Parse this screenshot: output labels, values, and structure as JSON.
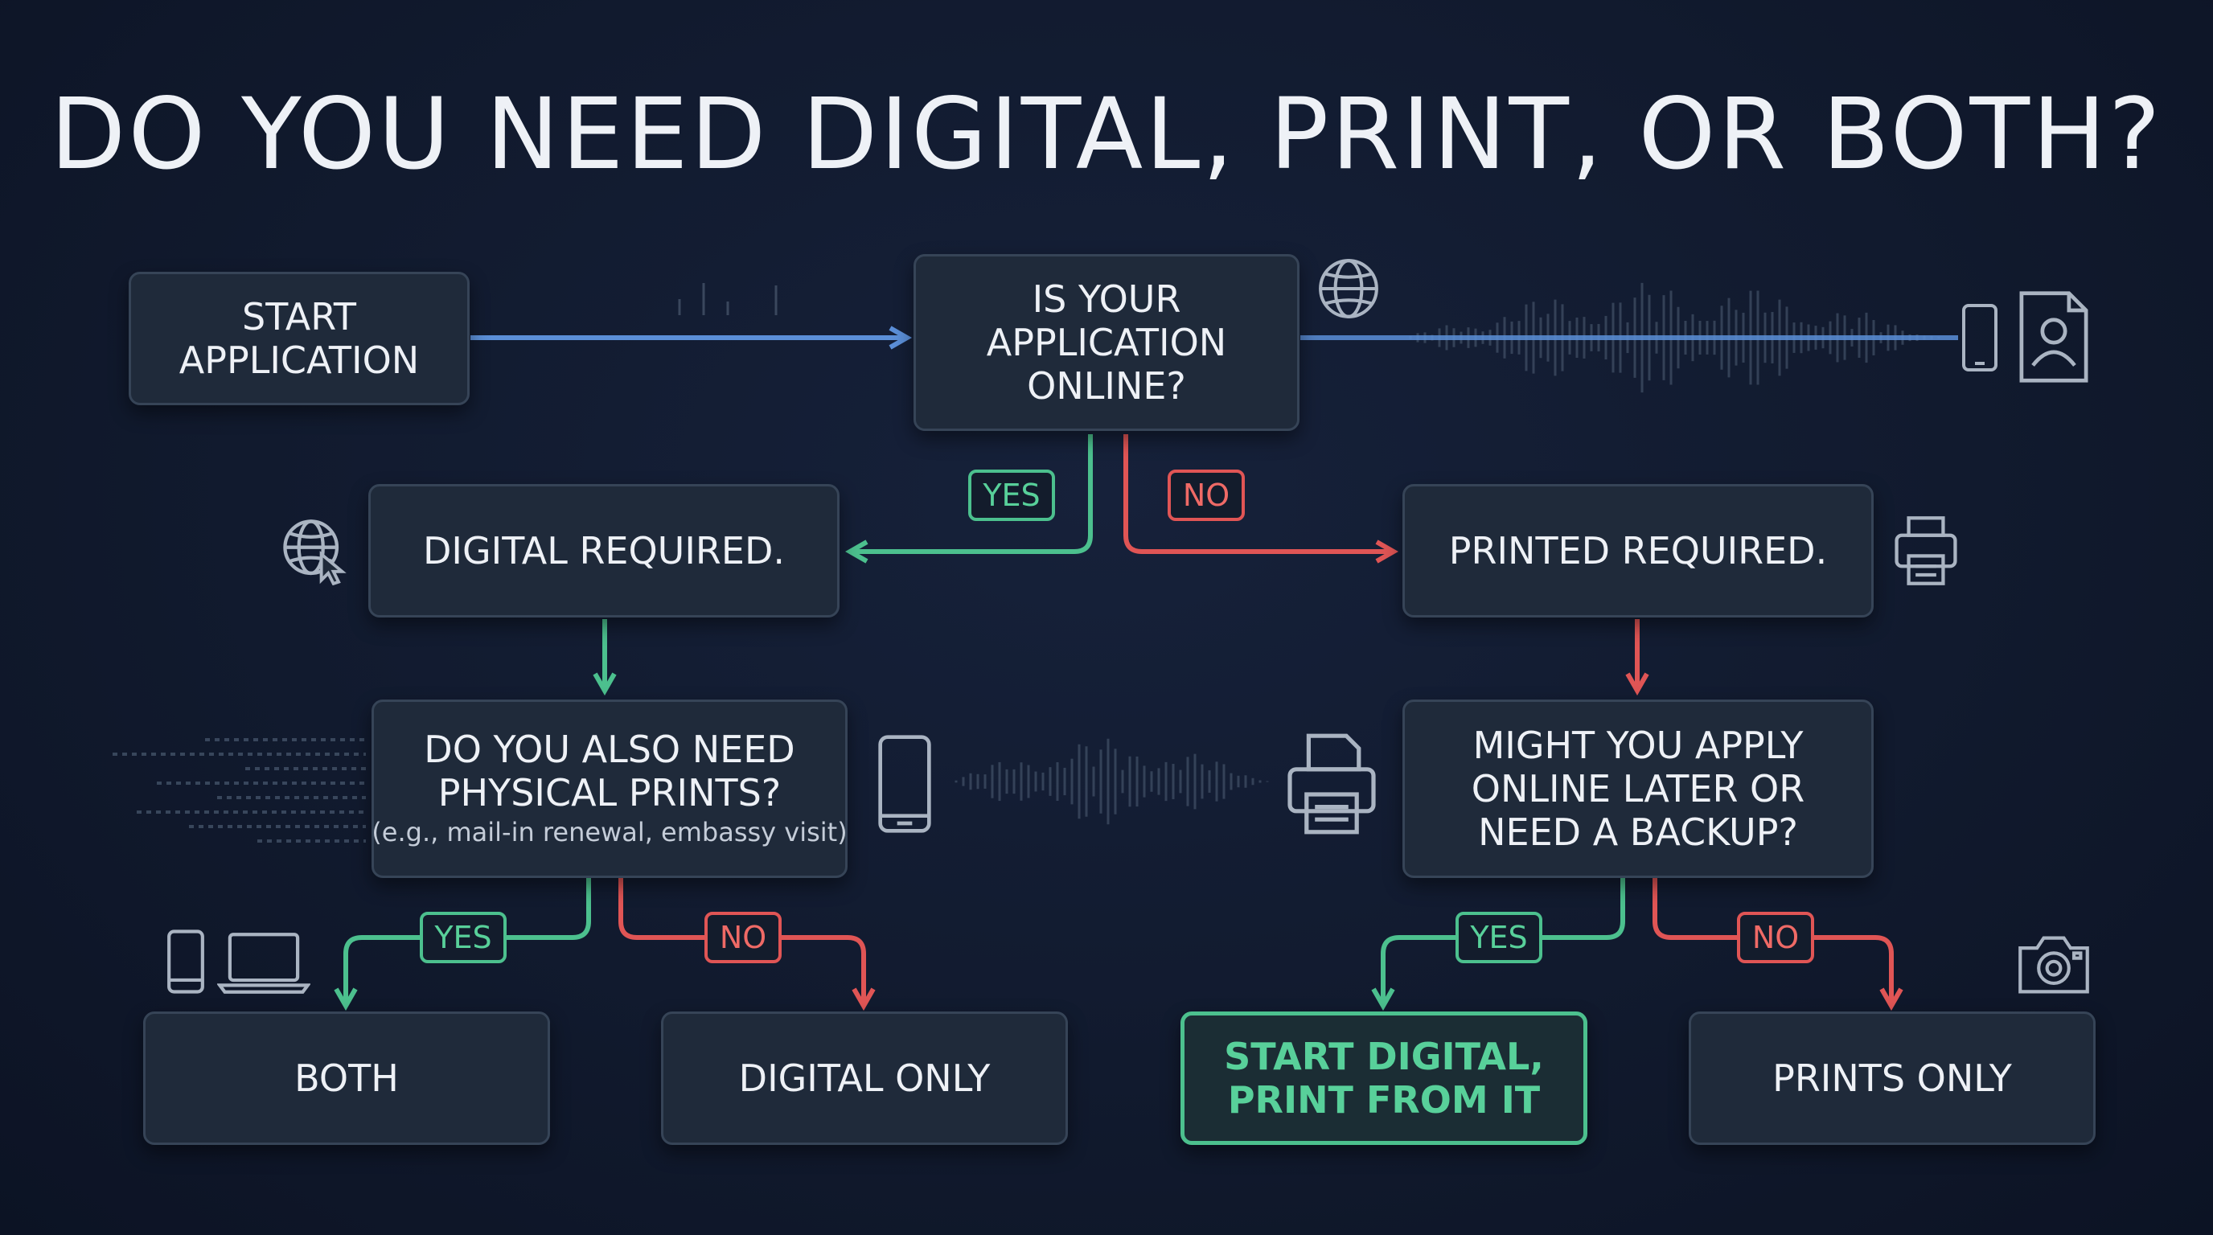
{
  "title": "DO YOU NEED DIGITAL, PRINT, OR BOTH?",
  "colors": {
    "background": "#111a2e",
    "box": "#1f2a3a",
    "box_border": "#364457",
    "yes": "#4cc08e",
    "no": "#e05555",
    "start": "#5b8fd8",
    "text": "#eef1f6"
  },
  "nodes": {
    "start": [
      "START",
      "APPLICATION"
    ],
    "online_q": [
      "IS YOUR",
      "APPLICATION",
      "ONLINE?"
    ],
    "digital_required": [
      "DIGITAL REQUIRED."
    ],
    "printed_required": [
      "PRINTED REQUIRED."
    ],
    "prints_q": [
      "DO YOU ALSO NEED",
      "PHYSICAL PRINTS?"
    ],
    "prints_q_note": "(e.g., mail-in renewal, embassy visit)",
    "backup_q": [
      "MIGHT YOU APPLY",
      "ONLINE LATER OR",
      "NEED A BACKUP?"
    ],
    "both": [
      "BOTH"
    ],
    "digital_only": [
      "DIGITAL ONLY"
    ],
    "start_digital": [
      "START DIGITAL,",
      "PRINT FROM IT"
    ],
    "prints_only": [
      "PRINTS ONLY"
    ]
  },
  "labels": {
    "yes": "YES",
    "no": "NO"
  },
  "icons": [
    "globe-icon",
    "globe-cursor-icon",
    "phone-icon",
    "document-user-icon",
    "printer-icon",
    "laptop-icon",
    "camera-icon"
  ]
}
